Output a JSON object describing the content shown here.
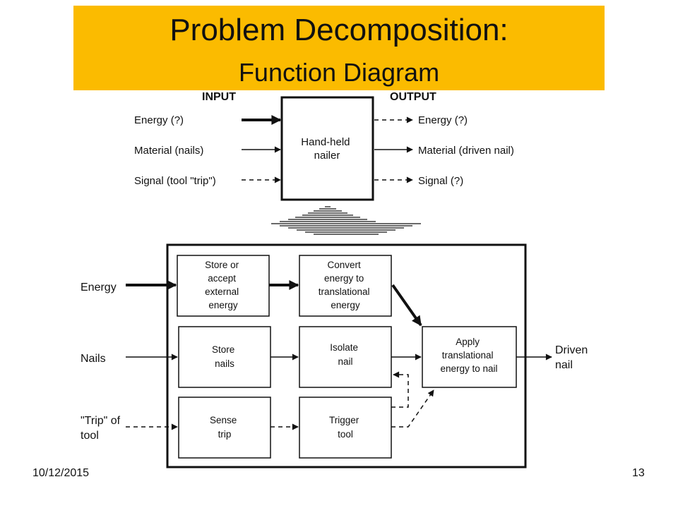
{
  "title": {
    "line1": "Problem Decomposition:",
    "line2": "Function Diagram"
  },
  "top_diagram": {
    "input_header": "INPUT",
    "output_header": "OUTPUT",
    "inputs": [
      "Energy (?)",
      "Material (nails)",
      "Signal (tool \"trip\")"
    ],
    "outputs": [
      "Energy (?)",
      "Material (driven nail)",
      "Signal (?)"
    ],
    "black_box": [
      "Hand-held",
      "nailer"
    ]
  },
  "bottom_diagram": {
    "inputs": {
      "energy": [
        "Energy"
      ],
      "nails": [
        "Nails"
      ],
      "trip": [
        "\"Trip\" of",
        "tool"
      ]
    },
    "output": [
      "Driven",
      "nail"
    ],
    "functions": {
      "store_energy": [
        "Store or",
        "accept",
        "external",
        "energy"
      ],
      "convert_energy": [
        "Convert",
        "energy to",
        "translational",
        "energy"
      ],
      "store_nails": [
        "Store",
        "nails"
      ],
      "isolate_nail": [
        "Isolate",
        "nail"
      ],
      "sense_trip": [
        "Sense",
        "trip"
      ],
      "trigger_tool": [
        "Trigger",
        "tool"
      ],
      "apply_energy": [
        "Apply",
        "translational",
        "energy to nail"
      ]
    }
  },
  "footer": {
    "date": "10/12/2015",
    "page": "13"
  }
}
